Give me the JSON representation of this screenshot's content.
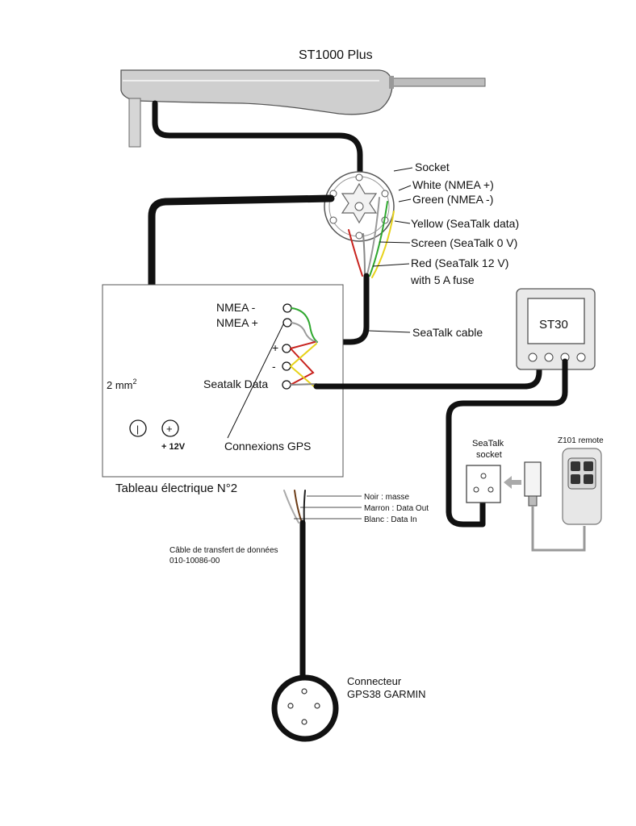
{
  "autopilot": {
    "title": "ST1000 Plus"
  },
  "socket_labels": {
    "socket": "Socket",
    "white": "White (NMEA +)",
    "green": "Green (NMEA -)",
    "yellow": "Yellow (SeaTalk data)",
    "screen": "Screen (SeaTalk 0 V)",
    "red_line1": "Red (SeaTalk 12 V)",
    "red_line2": "with 5 A fuse"
  },
  "seatalk_cable": {
    "label": "SeaTalk cable"
  },
  "st30": {
    "label": "ST30"
  },
  "panel": {
    "title": "Tableau électrique N°2",
    "nmea_minus": "NMEA -",
    "nmea_plus": "NMEA +",
    "plus": "+",
    "minus": "-",
    "seatalk_data": "Seatalk Data",
    "connexions": "Connexions GPS",
    "wire_size": "2 mm",
    "wire_size_sup": "2",
    "supply": "+ 12V",
    "neg_symbol": "|",
    "pos_symbol": "+"
  },
  "seatalk_socket": {
    "line1": "SeaTalk",
    "line2": "socket"
  },
  "remote": {
    "label": "Z101 remote"
  },
  "gps_cable": {
    "noir": "Noir : masse",
    "marron": "Marron : Data Out",
    "blanc": "Blanc : Data In",
    "title_line1": "Câble de transfert de données",
    "title_line2": "010-10086-00"
  },
  "connector": {
    "line1": "Connecteur",
    "line2": "GPS38 GARMIN"
  },
  "colors": {
    "green": "#2fa82f",
    "red": "#c8231e",
    "yellow": "#e7d21a",
    "brown": "#6b3b16"
  }
}
